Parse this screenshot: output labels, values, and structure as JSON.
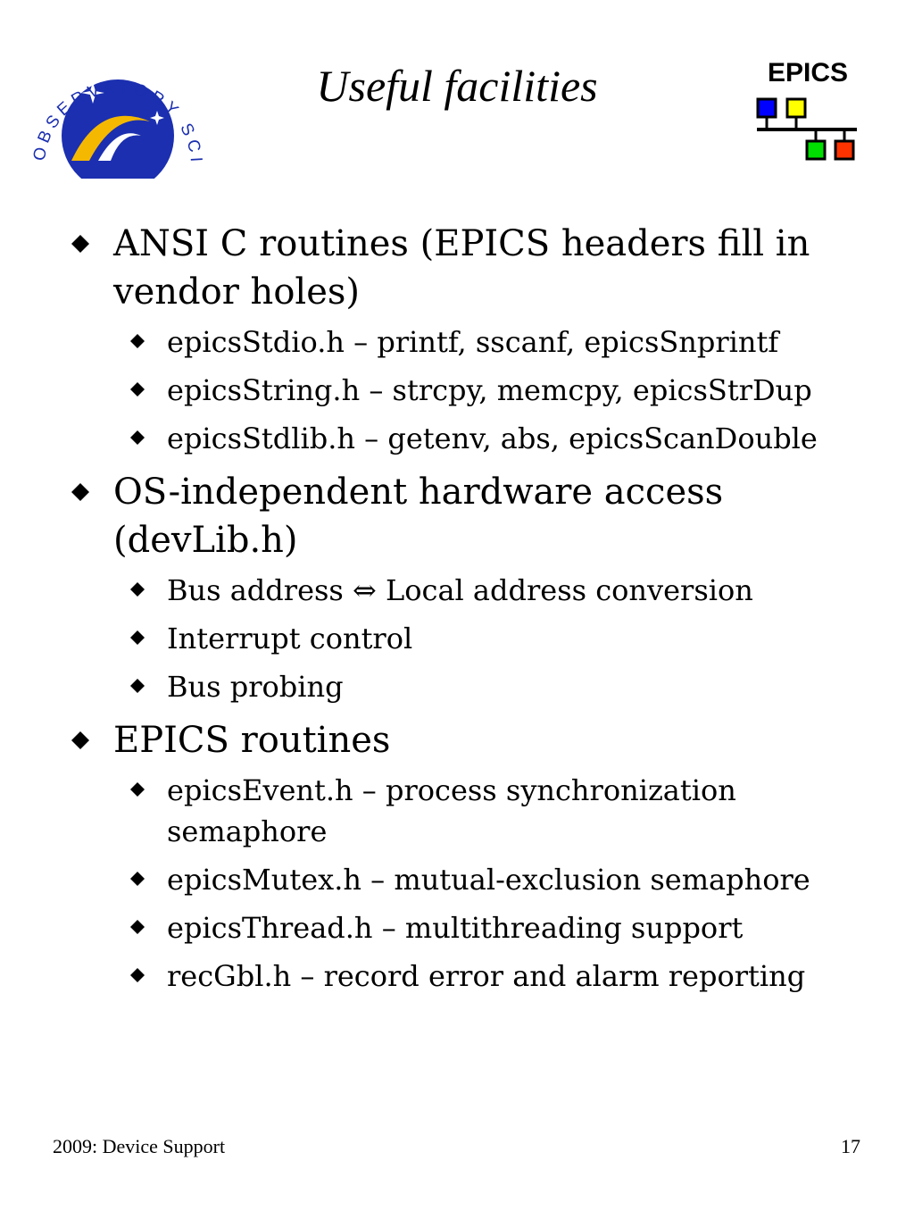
{
  "slide": {
    "title": "Useful facilities",
    "logo_text": "OBSERVATORY SCIENCES",
    "epics_label": "EPICS"
  },
  "bullets": [
    {
      "text": "ANSI C routines (EPICS headers fill in vendor holes)",
      "sub": [
        "epicsStdio.h – printf, sscanf, epicsSnprintf",
        "epicsString.h – strcpy, memcpy, epicsStrDup",
        "epicsStdlib.h – getenv, abs, epicsScanDouble"
      ]
    },
    {
      "text": "OS-independent hardware access (devLib.h)",
      "sub": [
        "Bus address ⇔ Local address conversion",
        "Interrupt control",
        "Bus probing"
      ]
    },
    {
      "text": "EPICS routines",
      "sub": [
        "epicsEvent.h – process synchronization semaphore",
        "epicsMutex.h – mutual-exclusion semaphore",
        "epicsThread.h – multithreading support",
        "recGbl.h – record error and alarm reporting"
      ]
    }
  ],
  "footer": {
    "left": "2009: Device  Support",
    "page_number": "17"
  },
  "colors": {
    "logo_blue": "#1b2fb0",
    "logo_arc": "#f5b800",
    "epics_blue": "#0000ff",
    "epics_yellow": "#ffff00",
    "epics_green": "#00dd00",
    "epics_red": "#ff3300"
  }
}
